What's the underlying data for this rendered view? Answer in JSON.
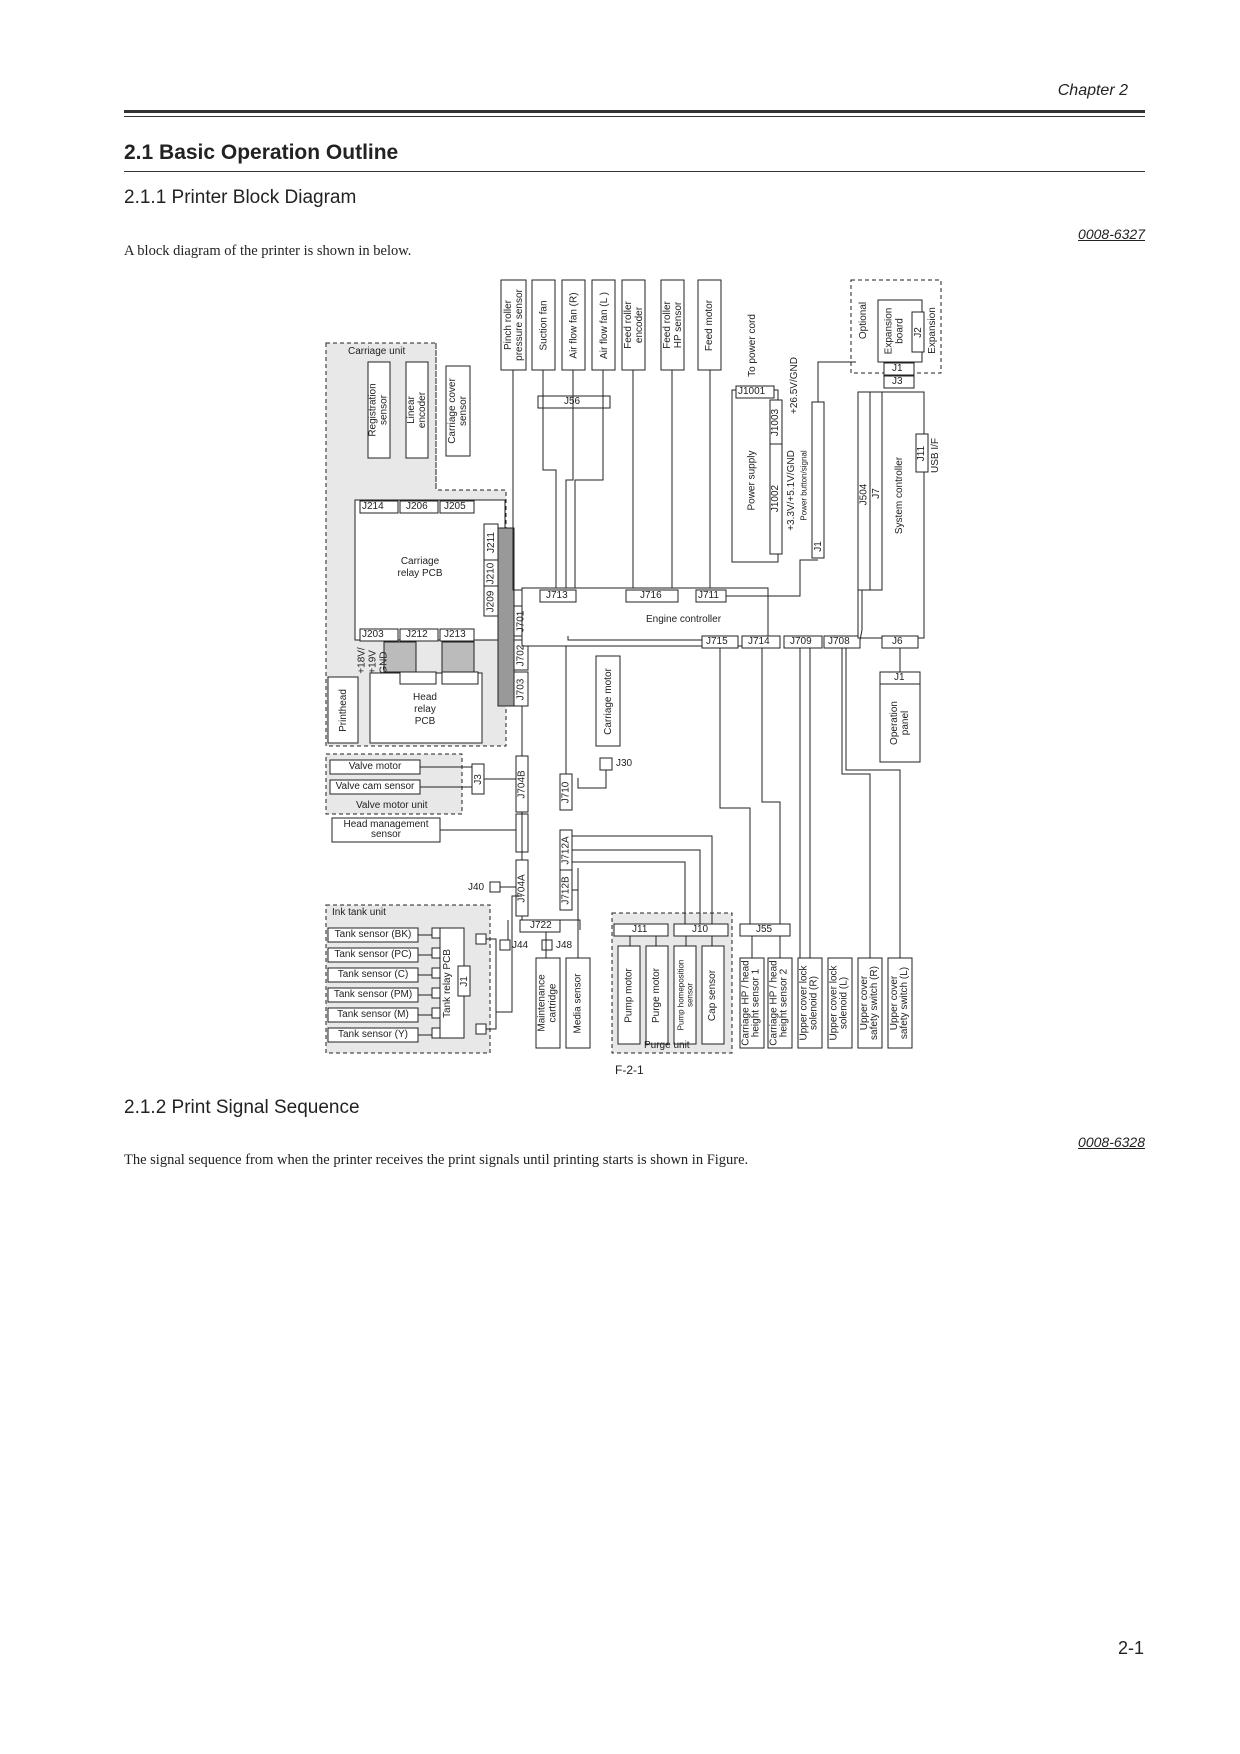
{
  "header": {
    "chapter": "Chapter 2"
  },
  "sections": {
    "s21_title": "2.1 Basic Operation Outline",
    "s211_title": "2.1.1 Printer Block Diagram",
    "s211_id": "0008-6327",
    "s211_text": "A block diagram of the printer is shown in below.",
    "s212_title": "2.1.2 Print Signal Sequence",
    "s212_id": "0008-6328",
    "s212_text": "The signal sequence from when the printer receives the print signals until printing starts is shown in Figure."
  },
  "figure": {
    "caption": "F-2-1",
    "top_labels": {
      "pinch": [
        "Pinch roller",
        "pressure sensor"
      ],
      "suction": "Suction fan",
      "airR": "Air flow fan (R)",
      "airL": "Air flow fan (L )",
      "feedenc": [
        "Feed roller",
        "encoder"
      ],
      "feedhp": [
        "Feed roller",
        "HP sensor"
      ],
      "feedmotor": "Feed motor",
      "powercord": "To power cord",
      "v265": "+26.5V/GND",
      "optional": "Optional",
      "expboard": [
        "Expansion",
        "board"
      ],
      "expansion": "Expansion"
    },
    "carriage": {
      "unit": "Carriage unit",
      "reg": [
        "Registration",
        "sensor"
      ],
      "lin": [
        "Linear",
        "encoder"
      ],
      "cover": [
        "Carriage cover",
        "sensor"
      ],
      "relay": [
        "Carriage",
        "relay PCB"
      ],
      "printhead": "Printhead",
      "headrelay": [
        "Head",
        "relay",
        "PCB"
      ],
      "volts": [
        "+18V/",
        "+19V",
        "GND"
      ]
    },
    "connectors": {
      "J214": "J214",
      "J206": "J206",
      "J205": "J205",
      "J203": "J203",
      "J212": "J212",
      "J213": "J213",
      "J211": "J211",
      "J210": "J210",
      "J209": "J209",
      "J701": "J701",
      "J702": "J702",
      "J703": "J703",
      "J56": "J56",
      "J713": "J713",
      "J716": "J716",
      "J711": "J711",
      "J715": "J715",
      "J714": "J714",
      "J709": "J709",
      "J708": "J708",
      "J1001": "J1001",
      "J1003": "J1003",
      "J1002": "J1002",
      "J1": "J1",
      "J504": "J504",
      "J7": "J7",
      "J11": "J11",
      "J6": "J6",
      "J3": "J3",
      "J2": "J2",
      "J704B": "J704B",
      "J704A": "J704A",
      "J710": "J710",
      "J712A": "J712A",
      "J712B": "J712B",
      "J722": "J722",
      "J30": "J30",
      "J40": "J40",
      "J44": "J44",
      "J48": "J48",
      "J10": "J10",
      "J55": "J55"
    },
    "center": {
      "engine": "Engine controller",
      "power": "Power supply",
      "v33": "+3.3V/+5.1V/GND",
      "powerbtn": "Power button/signal",
      "system": "System controller",
      "usb": "USB I/F",
      "oppanel": [
        "Operation",
        "panel"
      ],
      "carmotor": "Carriage motor"
    },
    "valve": {
      "motor": "Valve motor",
      "cam": "Valve cam sensor",
      "unit": "Valve motor unit",
      "headmgmt": [
        "Head management",
        "sensor"
      ]
    },
    "ink": {
      "unit": "Ink tank unit",
      "sensors": [
        "Tank sensor (BK)",
        "Tank sensor (PC)",
        "Tank sensor (C)",
        "Tank sensor (PM)",
        "Tank sensor (M)",
        "Tank sensor (Y)"
      ],
      "relay": "Tank relay PCB"
    },
    "bottom": {
      "maint": [
        "Maintenance",
        "cartridge"
      ],
      "media": "Media sensor",
      "pump": "Pump motor",
      "purge": "Purge motor",
      "pumphp": [
        "Pump homeposition",
        "sensor"
      ],
      "cap": "Cap sensor",
      "purgeunit": "Purge unit",
      "chp1": [
        "Carriage HP / head",
        "height sensor 1"
      ],
      "chp2": [
        "Carriage HP / head",
        "height sensor 2"
      ],
      "lockR": [
        "Upper cover lock",
        "solenoid (R)"
      ],
      "lockL": [
        "Upper cover lock",
        "solenoid (L)"
      ],
      "safeR": [
        "Upper cover",
        "safety switch (R)"
      ],
      "safeL": [
        "Upper cover",
        "safety switch (L)"
      ]
    }
  },
  "footer": {
    "page": "2-1"
  }
}
